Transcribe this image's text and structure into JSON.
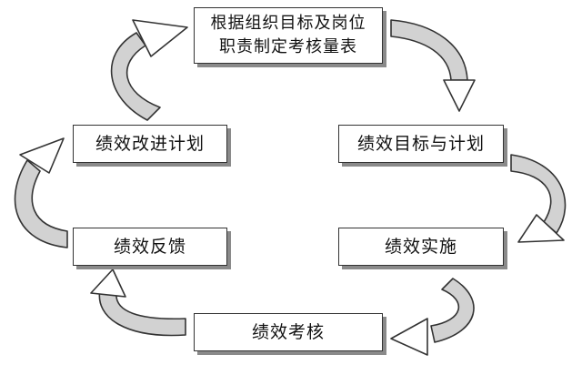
{
  "diagram": {
    "steps": {
      "top": "根据组织目标及岗位\n职责制定考核量表",
      "right_upper": "绩效目标与计划",
      "right_lower": "绩效实施",
      "bottom": "绩效考核",
      "left_lower": "绩效反馈",
      "left_upper": "绩效改进计划"
    },
    "colors": {
      "arrow_fill": "#d2d2d2",
      "arrow_stroke": "#333333",
      "box_border": "#333333",
      "box_shadow": "#8a8a8a"
    }
  }
}
